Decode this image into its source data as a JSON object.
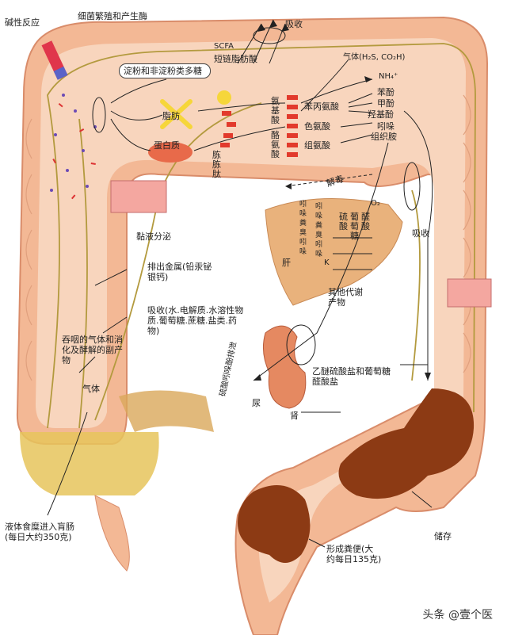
{
  "labels": {
    "alkaline_reaction": "碱性反应",
    "bacteria_enzymes": "细菌繁殖和产生酶",
    "starch_polysaccharides": "淀粉和非淀粉类多糖",
    "scfa": "SCFA",
    "short_chain_fatty_acids": "短链脂肪酸",
    "absorb_top": "吸收",
    "gases": "气体(H₂S, CO₂H)",
    "ammonia": "NH₄⁺",
    "fat": "脂肪",
    "protein": "蛋白质",
    "amino_acids": "氨基酸",
    "peptone_peptide": "胨胨肽",
    "phenylalanine": "苯丙氨酸",
    "phenol": "苯酚",
    "cresol": "甲酚",
    "hydroxyphenol": "羟基酚",
    "tryptophan": "色氨酸",
    "indole": "吲哚",
    "tyrosine": "酪氨酸",
    "histidine": "组氨酸",
    "histamine": "组织胺",
    "detox": "解毒",
    "o2": "O₂",
    "indole_skatole": "吲哚粪臭吲哚",
    "sulfuric": "硫酸",
    "glucose": "葡萄糖",
    "aldehyde": "醛酸",
    "k": "K",
    "liver": "肝",
    "absorb_right": "吸收",
    "mucus_secretion": "黏液分泌",
    "excrete_metals": "排出金属(铅汞铋银钙)",
    "absorption_detail": "吸收(水.电解质.水溶性物质.葡萄糖.蔗糖.盐类.药物)",
    "swallowed_gas": "吞咽的气体和消化及酵解的副产物",
    "gas": "气体",
    "other_metabolites": "其他代谢产物",
    "kidney_excretion": "硫酸吲哚酚排泄",
    "urine": "尿",
    "kidney": "肾",
    "sulfate_glucuronide": "乙醚硫酸盐和葡萄糖醛酸盐",
    "liquid_chyme": "液体食糜进入肓肠(每日大约350克)",
    "stool_formation": "形成粪便(大约每日135克)",
    "storage": "储存"
  },
  "watermark": "头条 @壹个医",
  "colors": {
    "intestine_outer": "#f3b895",
    "intestine_inner": "#f8d5bd",
    "nerve": "#b39a3e",
    "liver": "#e9b27c",
    "kidney": "#e58961",
    "feces": "#8c3a14",
    "red_block": "#e23a2c",
    "fat_yellow": "#f6d63a",
    "chyme": "#e6c45c"
  }
}
